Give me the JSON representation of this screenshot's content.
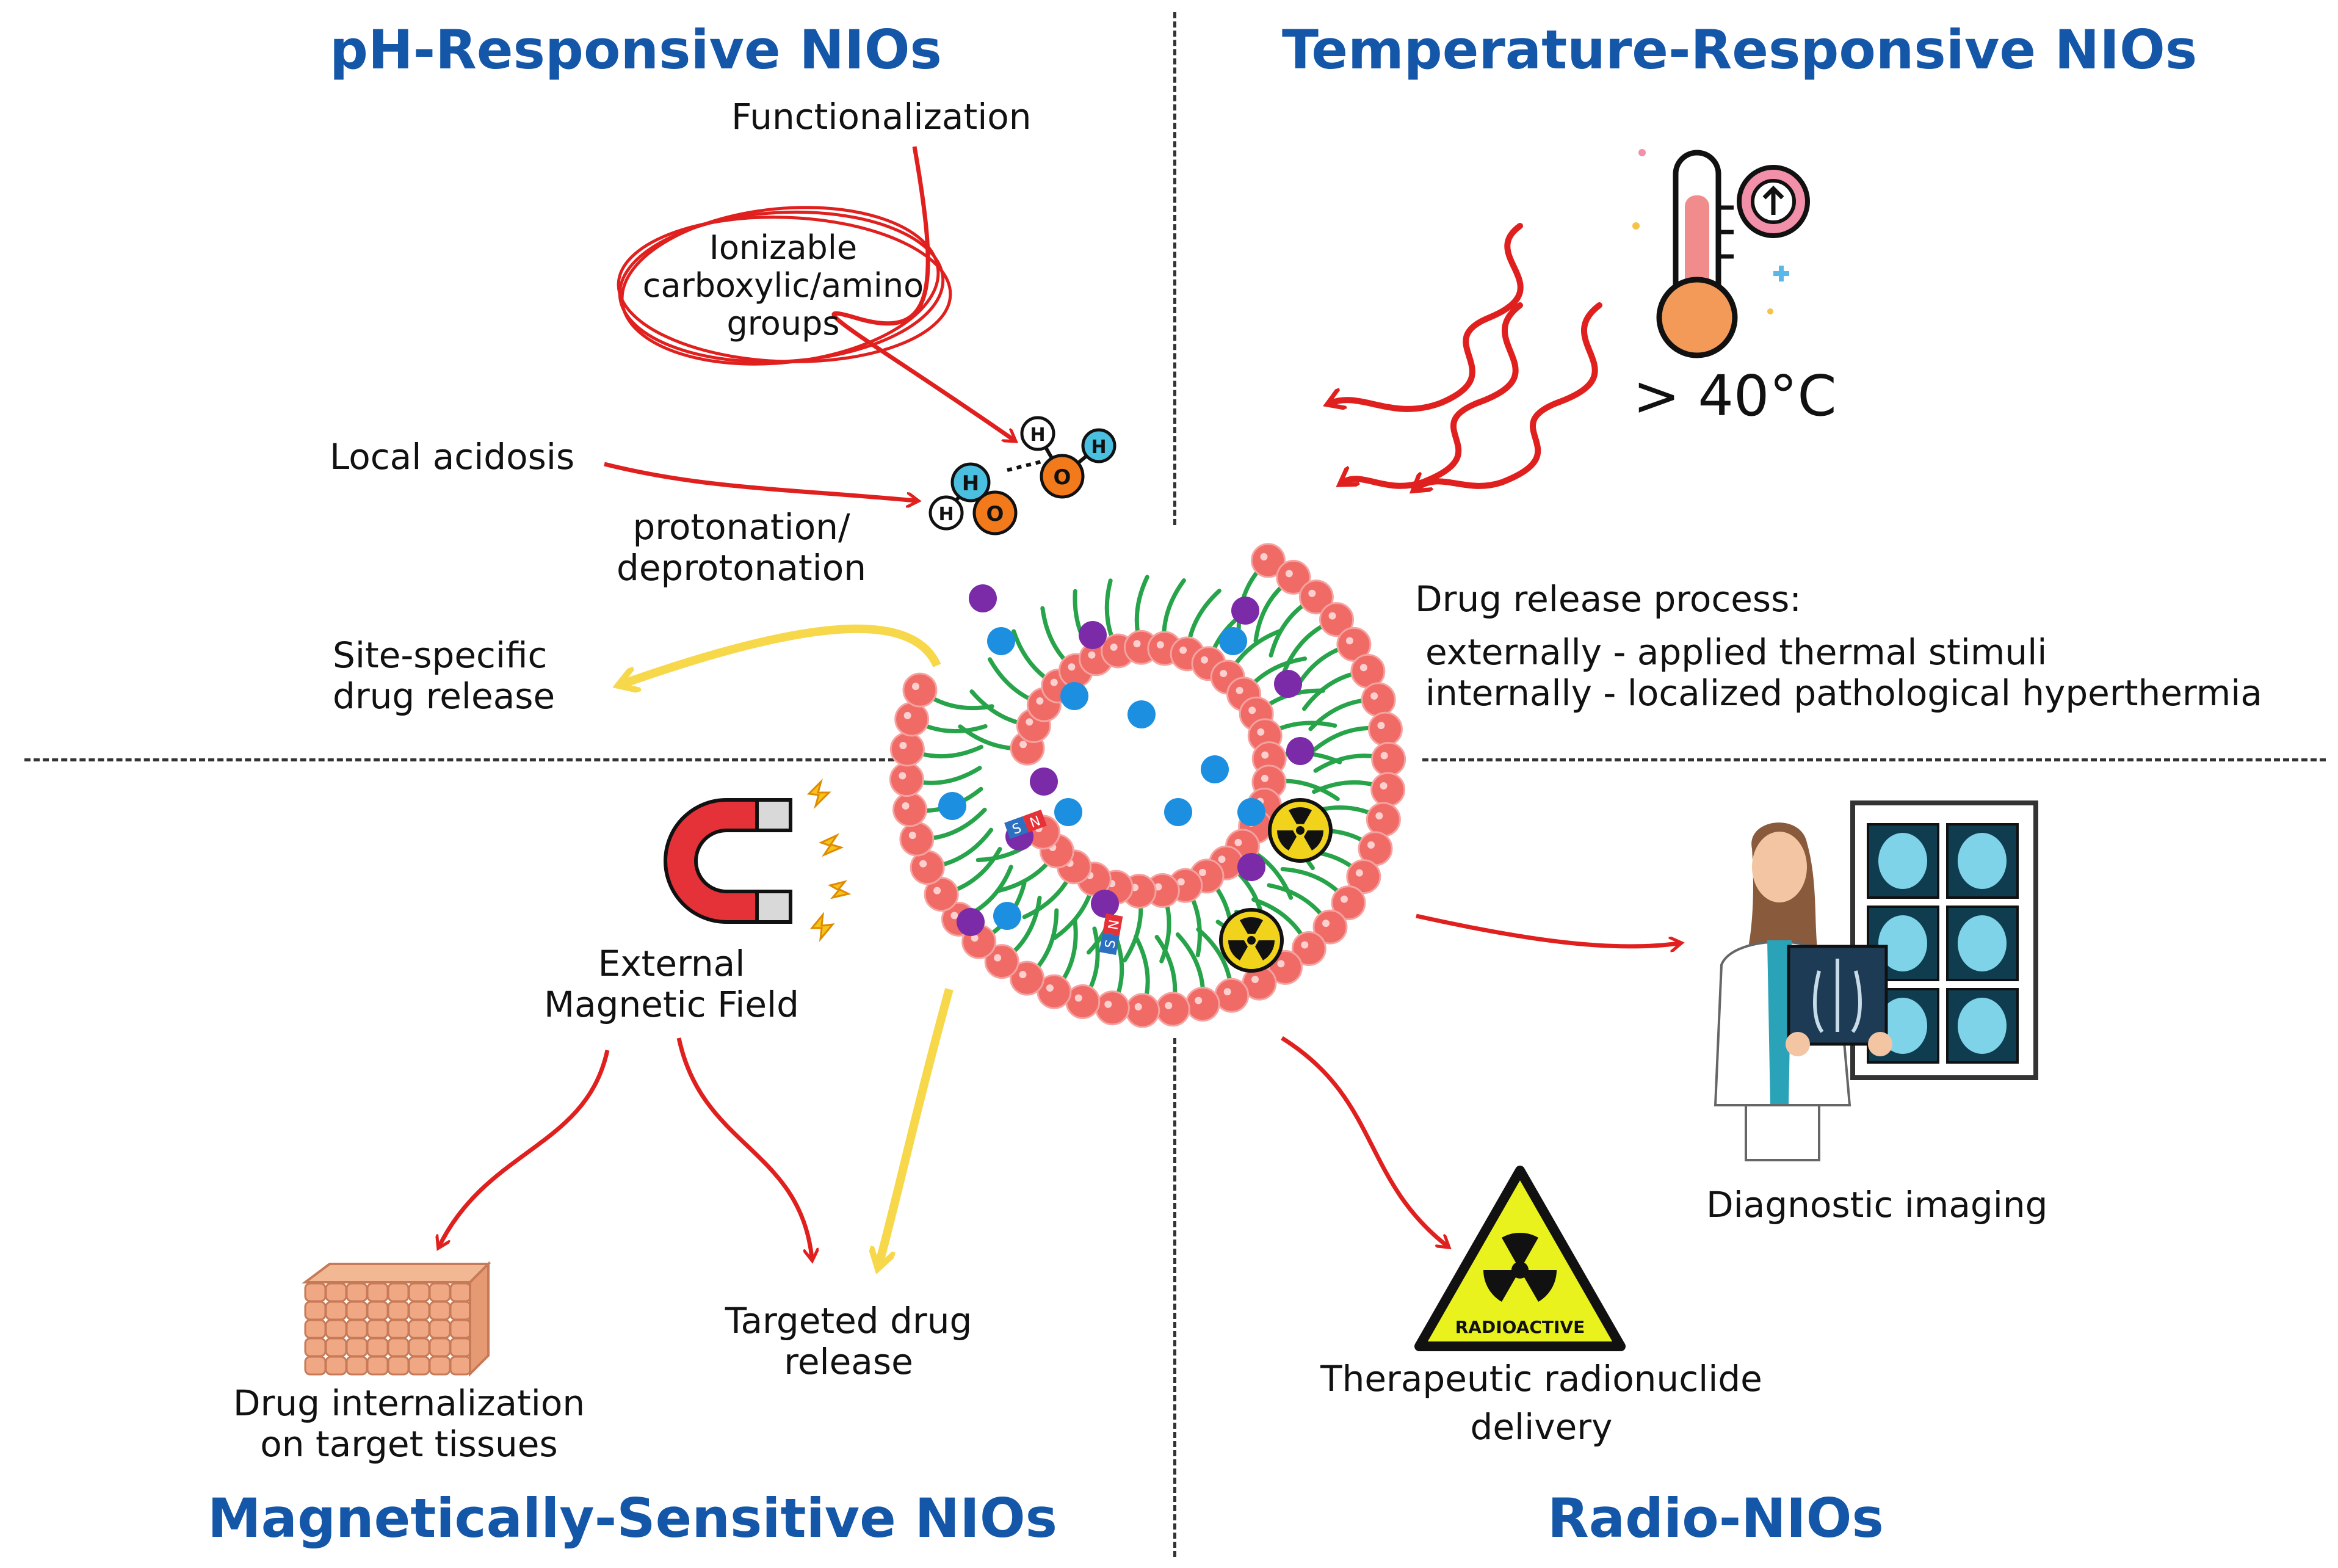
{
  "titles": {
    "ph": "pH-Responsive NIOs",
    "temperature": "Temperature-Responsive NIOs",
    "magnetic": "Magnetically-Sensitive NIOs",
    "radio": "Radio-NIOs"
  },
  "ph": {
    "functionalization": "Functionalization",
    "ionizable_line1": "Ionizable",
    "ionizable_line2": "carboxylic/amino",
    "ionizable_line3": "groups",
    "local_acidosis": "Local acidosis",
    "protonation_line1": "protonation/",
    "protonation_line2": "deprotonation",
    "site_release_line1": "Site-specific",
    "site_release_line2": "drug release",
    "molecule_atoms": [
      "H",
      "O",
      "H",
      "H",
      "O",
      "H"
    ]
  },
  "temperature": {
    "threshold": "> 40°C",
    "process_title": "Drug release process:",
    "external": "externally - applied thermal stimuli",
    "internal": "internally - localized pathological hyperthermia"
  },
  "magnetic": {
    "field_line1": "External",
    "field_line2": "Magnetic Field",
    "internalization_line1": "Drug internalization",
    "internalization_line2": "on target tissues",
    "targeted_line1": "Targeted drug",
    "targeted_line2": "release",
    "pole_n": "N",
    "pole_s": "S"
  },
  "radio": {
    "diagnostic": "Diagnostic imaging",
    "therapeutic_line1": "Therapeutic radionuclide",
    "therapeutic_line2": "delivery",
    "warning_sign": "RADIOACTIVE"
  },
  "colors": {
    "title_blue": "#1456a8",
    "arrow_red": "#e0201e",
    "arrow_yellow": "#f7d84a",
    "head_group": "#f06a66",
    "tail_green": "#27a34a",
    "drug_blue": "#1d8fe0",
    "drug_purple": "#7b2aa8",
    "radiation_yellow": "#f2d31b"
  },
  "icons": [
    "thermometer-icon",
    "heat-wave-icon",
    "magnet-icon",
    "radiation-icon",
    "warning-sign-icon",
    "water-molecule-icon",
    "tissue-icon",
    "doctor-icon",
    "xray-panel-icon"
  ]
}
